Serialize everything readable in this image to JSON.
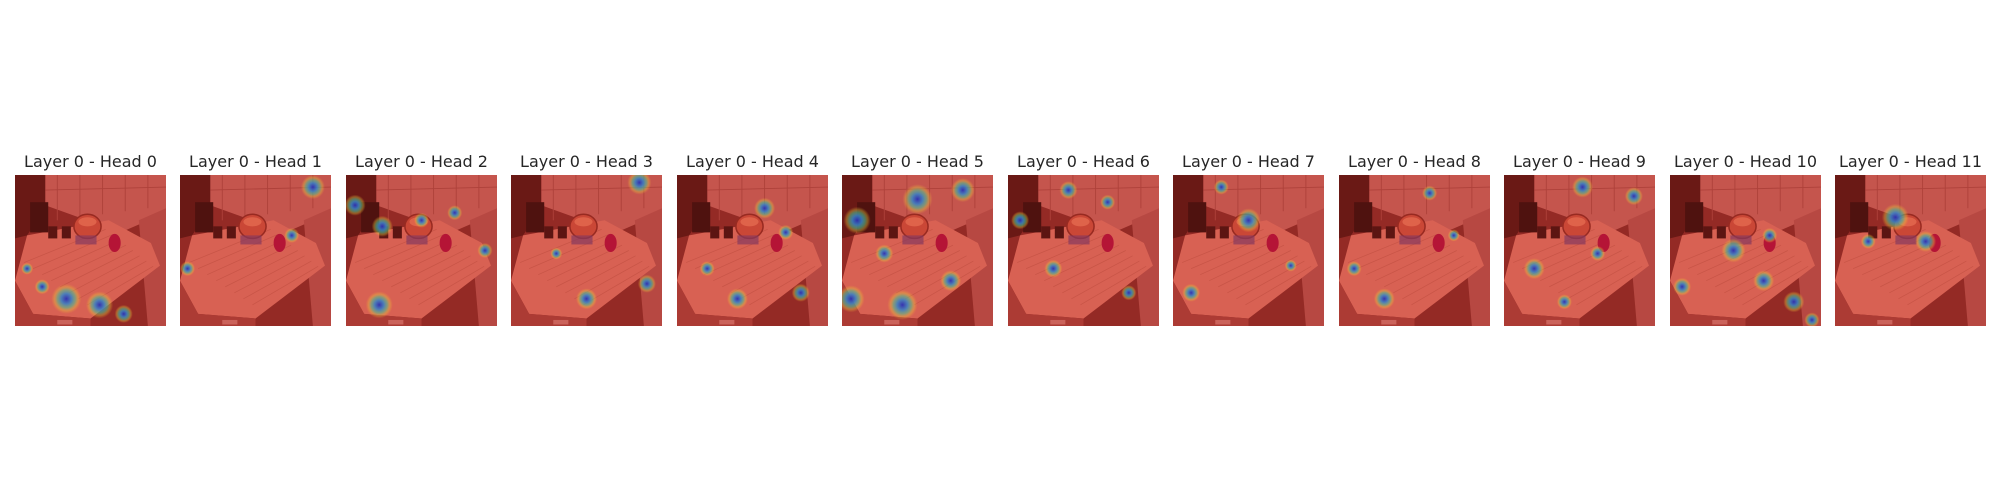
{
  "figure": {
    "panels": [
      {
        "title": "Layer 0 - Head 0",
        "hotspots": [
          [
            0.34,
            0.82,
            0.1
          ],
          [
            0.56,
            0.86,
            0.09
          ],
          [
            0.72,
            0.92,
            0.06
          ],
          [
            0.18,
            0.74,
            0.05
          ],
          [
            0.08,
            0.62,
            0.04
          ]
        ]
      },
      {
        "title": "Layer 0 - Head 1",
        "hotspots": [
          [
            0.88,
            0.08,
            0.08
          ],
          [
            0.05,
            0.62,
            0.05
          ],
          [
            0.74,
            0.4,
            0.05
          ]
        ]
      },
      {
        "title": "Layer 0 - Head 2",
        "hotspots": [
          [
            0.06,
            0.2,
            0.07
          ],
          [
            0.24,
            0.34,
            0.07
          ],
          [
            0.22,
            0.86,
            0.09
          ],
          [
            0.5,
            0.3,
            0.05
          ],
          [
            0.72,
            0.25,
            0.05
          ],
          [
            0.92,
            0.5,
            0.05
          ]
        ]
      },
      {
        "title": "Layer 0 - Head 3",
        "hotspots": [
          [
            0.85,
            0.05,
            0.08
          ],
          [
            0.5,
            0.82,
            0.07
          ],
          [
            0.9,
            0.72,
            0.06
          ],
          [
            0.3,
            0.52,
            0.04
          ]
        ]
      },
      {
        "title": "Layer 0 - Head 4",
        "hotspots": [
          [
            0.58,
            0.22,
            0.07
          ],
          [
            0.4,
            0.82,
            0.07
          ],
          [
            0.2,
            0.62,
            0.05
          ],
          [
            0.72,
            0.38,
            0.05
          ],
          [
            0.82,
            0.78,
            0.06
          ]
        ]
      },
      {
        "title": "Layer 0 - Head 5",
        "hotspots": [
          [
            0.5,
            0.16,
            0.1
          ],
          [
            0.1,
            0.3,
            0.09
          ],
          [
            0.06,
            0.82,
            0.09
          ],
          [
            0.4,
            0.86,
            0.1
          ],
          [
            0.8,
            0.1,
            0.08
          ],
          [
            0.72,
            0.7,
            0.07
          ],
          [
            0.28,
            0.52,
            0.06
          ]
        ]
      },
      {
        "title": "Layer 0 - Head 6",
        "hotspots": [
          [
            0.08,
            0.3,
            0.06
          ],
          [
            0.4,
            0.1,
            0.06
          ],
          [
            0.66,
            0.18,
            0.05
          ],
          [
            0.3,
            0.62,
            0.06
          ],
          [
            0.8,
            0.78,
            0.05
          ]
        ]
      },
      {
        "title": "Layer 0 - Head 7",
        "hotspots": [
          [
            0.5,
            0.3,
            0.08
          ],
          [
            0.32,
            0.08,
            0.05
          ],
          [
            0.12,
            0.78,
            0.06
          ],
          [
            0.78,
            0.6,
            0.04
          ]
        ]
      },
      {
        "title": "Layer 0 - Head 8",
        "hotspots": [
          [
            0.3,
            0.82,
            0.07
          ],
          [
            0.1,
            0.62,
            0.05
          ],
          [
            0.6,
            0.12,
            0.05
          ],
          [
            0.76,
            0.4,
            0.04
          ]
        ]
      },
      {
        "title": "Layer 0 - Head 9",
        "hotspots": [
          [
            0.52,
            0.08,
            0.07
          ],
          [
            0.86,
            0.14,
            0.06
          ],
          [
            0.2,
            0.62,
            0.07
          ],
          [
            0.62,
            0.52,
            0.05
          ],
          [
            0.4,
            0.84,
            0.05
          ]
        ]
      },
      {
        "title": "Layer 0 - Head 10",
        "hotspots": [
          [
            0.42,
            0.5,
            0.08
          ],
          [
            0.62,
            0.7,
            0.07
          ],
          [
            0.82,
            0.84,
            0.07
          ],
          [
            0.08,
            0.74,
            0.06
          ],
          [
            0.66,
            0.4,
            0.05
          ],
          [
            0.94,
            0.96,
            0.05
          ]
        ]
      },
      {
        "title": "Layer 0 - Head 11",
        "hotspots": [
          [
            0.4,
            0.28,
            0.09
          ],
          [
            0.6,
            0.44,
            0.07
          ],
          [
            0.22,
            0.44,
            0.05
          ]
        ]
      }
    ]
  }
}
